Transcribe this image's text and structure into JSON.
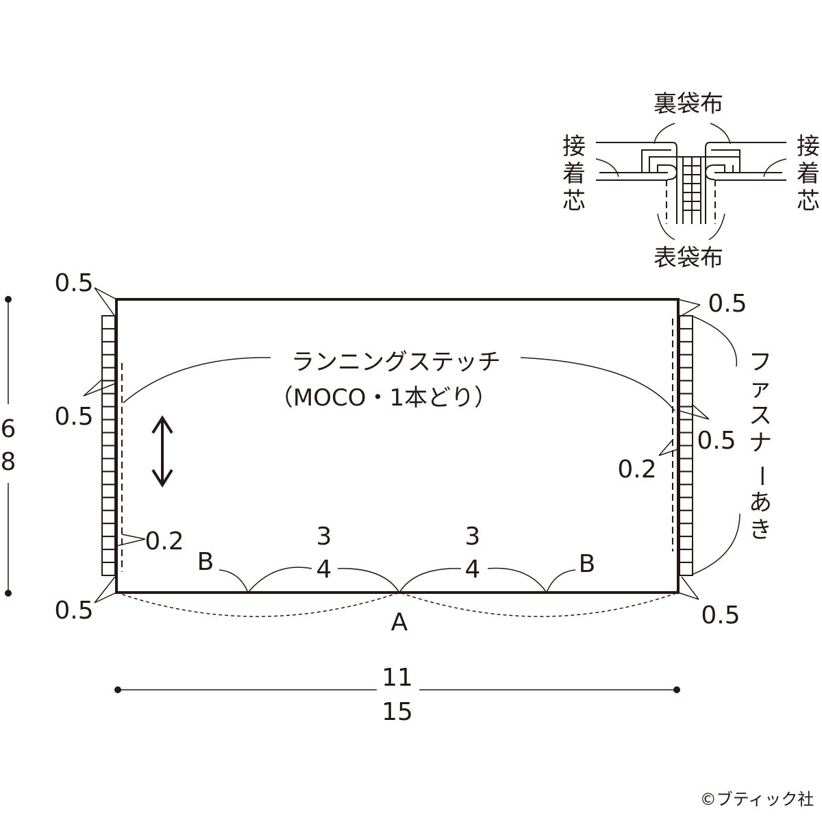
{
  "cross_section": {
    "lining": "裏袋布",
    "outer": "表袋布",
    "interfacing_left": [
      "接",
      "着",
      "芯"
    ],
    "interfacing_right": [
      "接",
      "着",
      "芯"
    ]
  },
  "pattern": {
    "stitch_label": "ランニングステッチ",
    "stitch_note": "（MOCO・1本どり）",
    "zipper_opening": [
      "フ",
      "ァ",
      "ス",
      "ナ",
      "ー",
      "あ",
      "き"
    ],
    "seam_top_left": "0.5",
    "seam_mid_left": "0.5",
    "seam_bottom_left": "0.5",
    "seam_top_right": "0.5",
    "seam_mid_right": "0.5",
    "seam_bottom_right": "0.5",
    "stitch_left": "0.2",
    "stitch_right": "0.2",
    "point_a": "A",
    "point_b_left": "B",
    "point_b_right": "B",
    "dim_bl_top": "3",
    "dim_bl_bottom": "4",
    "dim_br_top": "3",
    "dim_br_bottom": "4",
    "width_top": "11",
    "width_bottom": "15",
    "height_top": "6",
    "height_bottom": "8",
    "zipper_cells": 20
  },
  "copyright": "©ブティック社"
}
